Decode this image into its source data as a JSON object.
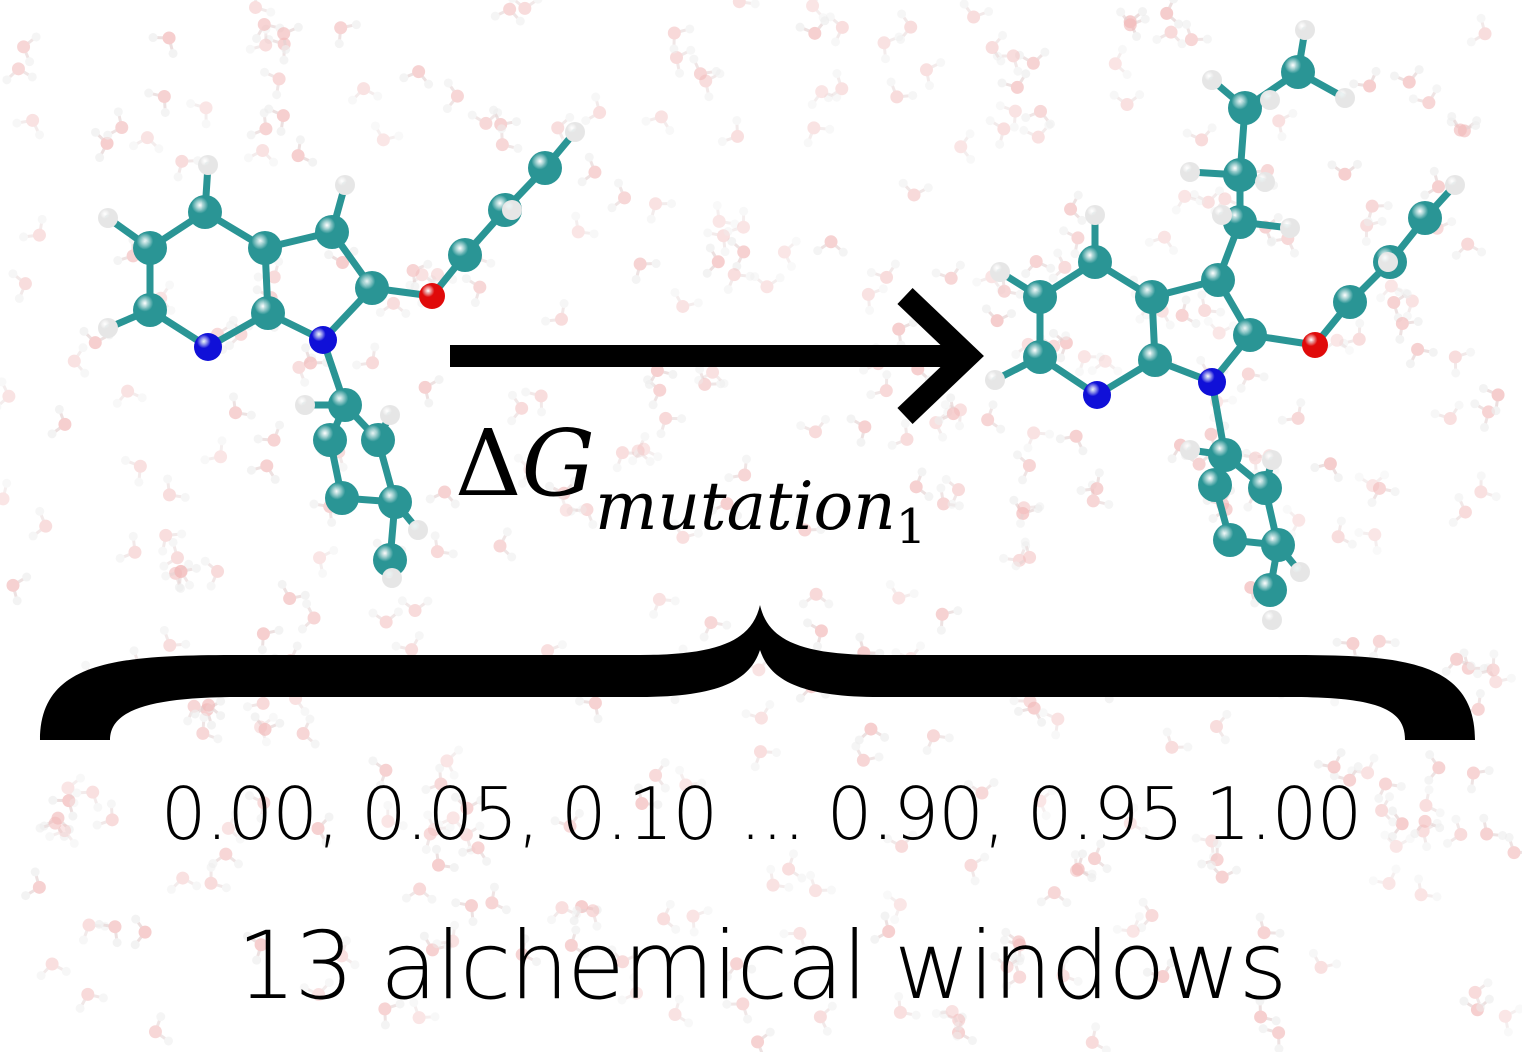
{
  "figure": {
    "delta_symbol": "Δ",
    "delta_variable": "G",
    "delta_subscript": "mutation",
    "delta_subsubscript": "1",
    "lambda_values": "0.00, 0.05, 0.10 ... 0.90, 0.95 1.00",
    "windows_caption": "13 alchemical windows"
  },
  "colors": {
    "carbon": "#2a9595",
    "nitrogen": "#1010d8",
    "oxygen": "#e00a0a",
    "hydrogen": "#e6e6e6",
    "bond": "#2a9595",
    "solvent_oxygen": "#f2b9b9",
    "solvent_hydrogen": "#eeeeee",
    "ink": "#000000"
  },
  "icons": {
    "arrow": "right-arrow-icon",
    "brace": "curly-brace-icon"
  }
}
